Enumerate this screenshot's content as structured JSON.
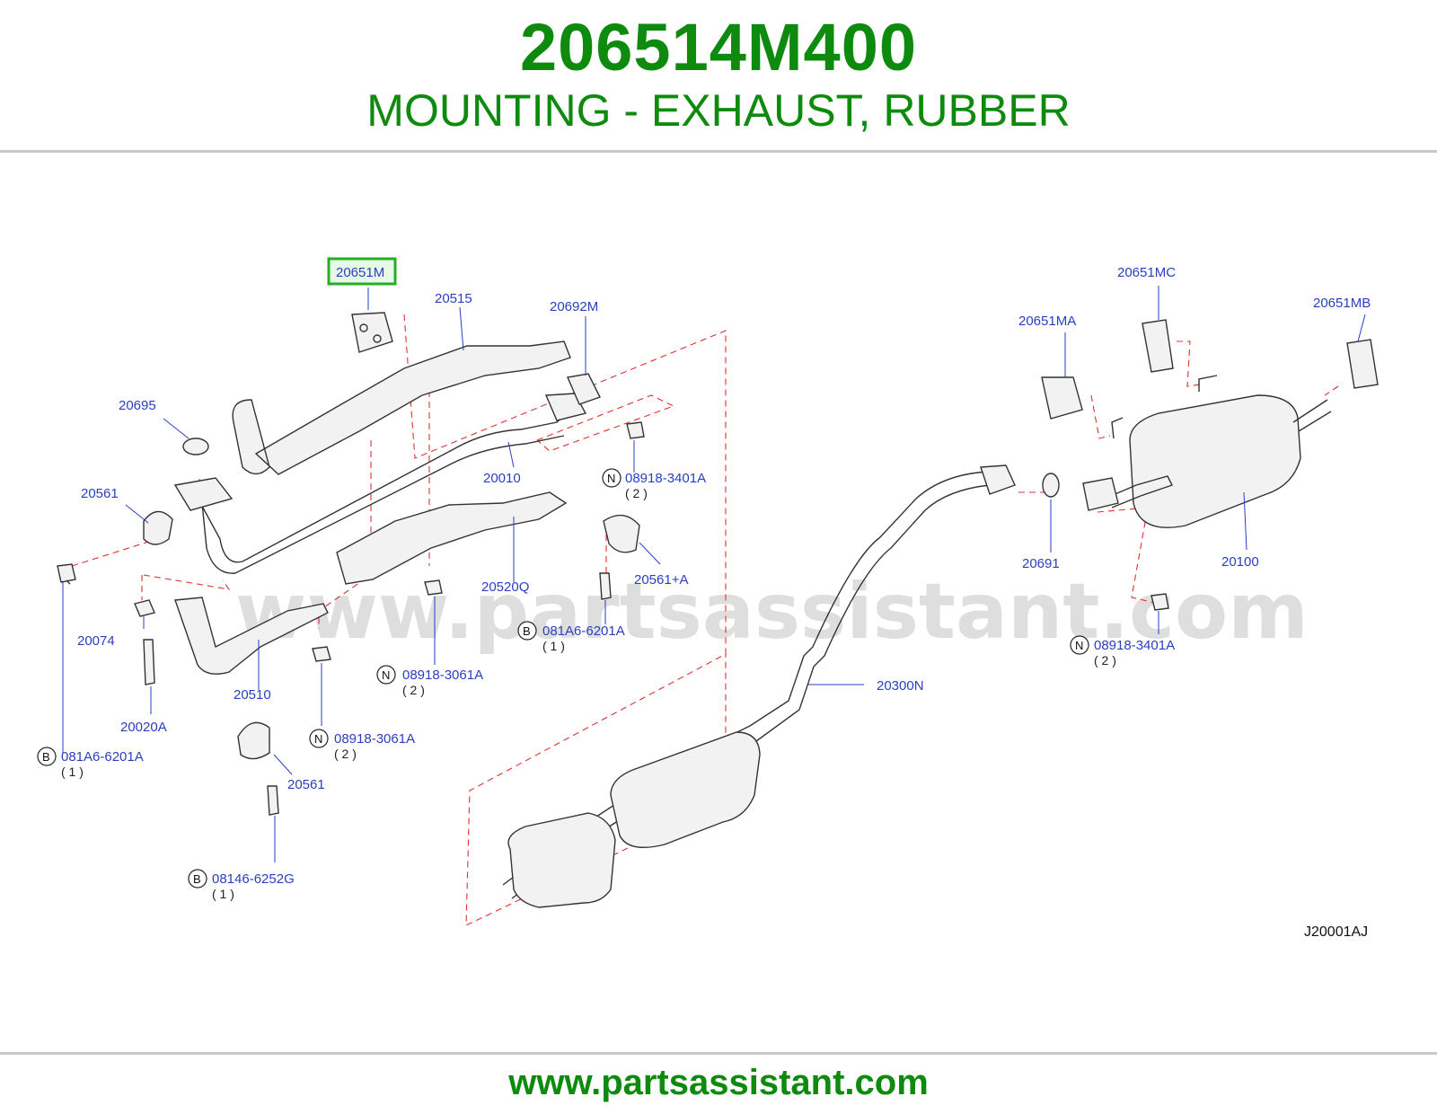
{
  "header": {
    "part_number": "206514M400",
    "part_name": "MOUNTING - EXHAUST, RUBBER"
  },
  "diagram": {
    "watermark": "www.partsassistant.com",
    "diagram_code": "J20001AJ",
    "highlighted_callout": "20651M",
    "highlight_color": "#22b022",
    "labels": {
      "p20651M": "20651M",
      "p20515": "20515",
      "p20692M": "20692M",
      "p20695": "20695",
      "p20010": "20010",
      "p20561a": "20561",
      "p20520Q": "20520Q",
      "p20561plusA": "20561+A",
      "p20074": "20074",
      "p20510": "20510",
      "p20020A": "20020A",
      "p20561b": "20561",
      "p20651MC": "20651MC",
      "p20651MB": "20651MB",
      "p20651MA": "20651MA",
      "p20691": "20691",
      "p20100": "20100",
      "p20300N": "20300N"
    },
    "fasteners": {
      "f1": {
        "badge": "N",
        "code": "08918-3401A",
        "qty": "( 2 )"
      },
      "f2": {
        "badge": "B",
        "code": "081A6-6201A",
        "qty": "( 1 )"
      },
      "f3": {
        "badge": "N",
        "code": "08918-3061A",
        "qty": "( 2 )"
      },
      "f4": {
        "badge": "N",
        "code": "08918-3061A",
        "qty": "( 2 )"
      },
      "f5": {
        "badge": "B",
        "code": "081A6-6201A",
        "qty": "( 1 )"
      },
      "f6": {
        "badge": "B",
        "code": "08146-6252G",
        "qty": "( 1 )"
      },
      "f7": {
        "badge": "N",
        "code": "08918-3401A",
        "qty": "( 2 )"
      }
    }
  },
  "footer": {
    "url": "www.partsassistant.com"
  }
}
